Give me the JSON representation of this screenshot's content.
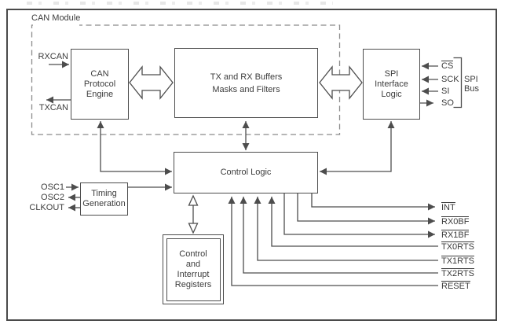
{
  "blocks": {
    "can_module_label": "CAN Module",
    "can_protocol_engine": {
      "line1": "CAN",
      "line2": "Protocol",
      "line3": "Engine"
    },
    "tx_rx_buffers": {
      "line1": "TX and RX Buffers",
      "line2": "Masks and Filters"
    },
    "spi_interface_logic": {
      "line1": "SPI",
      "line2": "Interface",
      "line3": "Logic"
    },
    "control_logic": {
      "line1": "Control Logic"
    },
    "timing_generation": {
      "line1": "Timing",
      "line2": "Generation"
    },
    "control_interrupt_registers": {
      "line1": "Control",
      "line2": "and",
      "line3": "Interrupt",
      "line4": "Registers"
    }
  },
  "pins": {
    "rxcan": "RXCAN",
    "txcan": "TXCAN",
    "osc1": "OSC1",
    "osc2": "OSC2",
    "clkout": "CLKOUT",
    "cs": "CS",
    "sck": "SCK",
    "si": "SI",
    "so": "SO",
    "spi_bus": {
      "line1": "SPI",
      "line2": "Bus"
    },
    "int": "INT",
    "rx0bf": "RX0BF",
    "rx1bf": "RX1BF",
    "tx0rts": "TX0RTS",
    "tx1rts": "TX1RTS",
    "tx2rts": "TX2RTS",
    "reset": "RESET"
  },
  "colors": {
    "line": "#4d4d4d",
    "text": "#3c3c3c",
    "dashed_border": "#8a8a8a",
    "figure_border": "#4a4a4a",
    "background": "#ffffff"
  }
}
